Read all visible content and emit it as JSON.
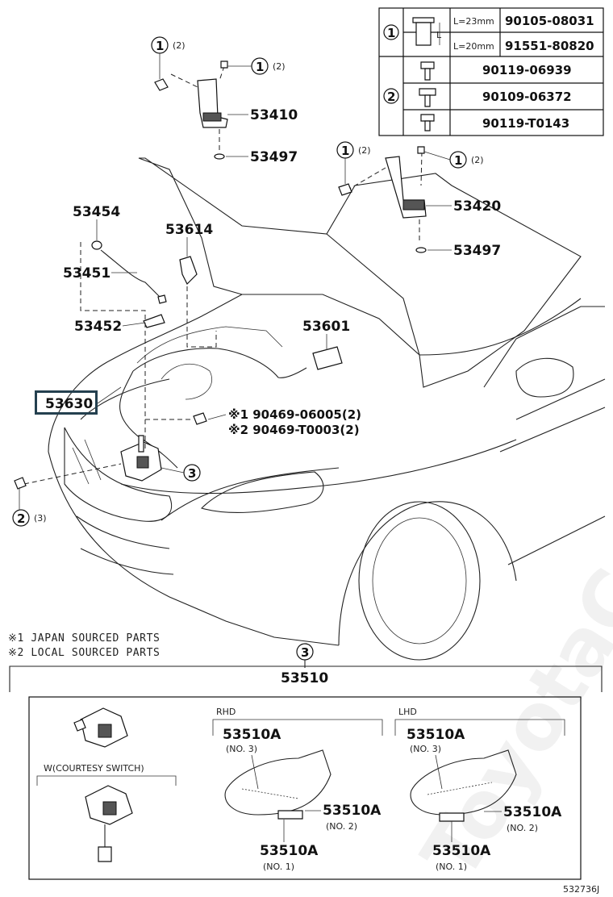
{
  "watermark": "ToyotaCarMine.ru",
  "legend": {
    "row1": {
      "symbol": "1",
      "lengths": [
        "L=23mm",
        "L=20mm"
      ],
      "parts": [
        "90105-08031",
        "91551-80820"
      ],
      "dim_label": "L"
    },
    "row2": {
      "symbol": "2",
      "parts": [
        "90119-06939",
        "90109-06372",
        "90119-T0143"
      ]
    }
  },
  "callouts": {
    "c1_top_left": {
      "sym": "1",
      "qty": "(2)"
    },
    "c1_top_right": {
      "sym": "1",
      "qty": "(2)"
    },
    "c1_mid_left": {
      "sym": "1",
      "qty": "(2)"
    },
    "c1_mid_right": {
      "sym": "1",
      "qty": "(2)"
    },
    "c2_front": {
      "sym": "2",
      "qty": "(3)"
    },
    "c3_lock": {
      "sym": "3"
    },
    "c3_section": {
      "sym": "3"
    }
  },
  "parts": {
    "p53410": "53410",
    "p53497a": "53497",
    "p53420": "53420",
    "p53497b": "53497",
    "p53454": "53454",
    "p53614": "53614",
    "p53451": "53451",
    "p53452": "53452",
    "p53601": "53601",
    "p53630": "53630",
    "fastener1": "※1 90469-06005(2)",
    "fastener2": "※2 90469-T0003(2)"
  },
  "notes": {
    "n1": "※1 JAPAN SOURCED PARTS",
    "n2": "※2 LOCAL SOURCED PARTS"
  },
  "detail": {
    "assy": "53510",
    "courtesy": "W(COURTESY SWITCH)",
    "rhd": {
      "title": "RHD",
      "a_label": "53510A",
      "a_note": "(NO. 3)",
      "b_label": "53510A",
      "b_note": "(NO. 2)",
      "c_label": "53510A",
      "c_note": "(NO. 1)"
    },
    "lhd": {
      "title": "LHD",
      "a_label": "53510A",
      "a_note": "(NO. 3)",
      "b_label": "53510A",
      "b_note": "(NO. 2)",
      "c_label": "53510A",
      "c_note": "(NO. 1)"
    }
  },
  "figure_id": "532736J"
}
